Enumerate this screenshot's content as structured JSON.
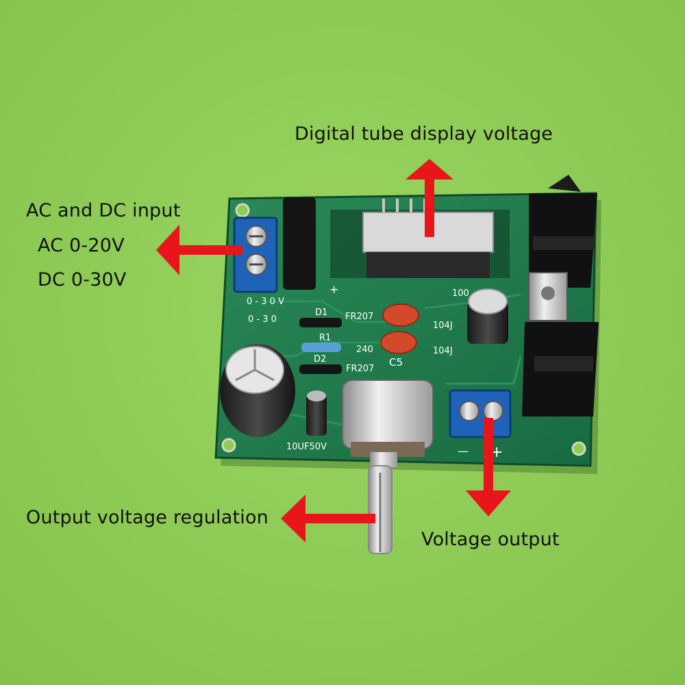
{
  "image": {
    "background_color": "#8fcc56",
    "board_color": "#1f7a4d",
    "arrow_color": "#e8151a"
  },
  "annotations": {
    "display": "Digital tube display voltage",
    "input_title": "AC and DC input",
    "input_ac": "AC 0-20V",
    "input_dc": "DC 0-30V",
    "regulation": "Output voltage regulation",
    "output": "Voltage output"
  },
  "board": {
    "silk_d1": "D1",
    "silk_d2": "D2",
    "silk_r1": "R1",
    "silk_fr207": "FR207",
    "silk_fr207b": "FR207",
    "silk_240": "240",
    "silk_c5": "C5",
    "silk_104j_a": "104J",
    "silk_104j_b": "104J",
    "silk_100": "100",
    "silk_10uf": "10UF50V",
    "silk_0_30v": "0 - 3 0 V",
    "silk_0_30v_b": "0 - 3 0",
    "silk_plus_display": "+",
    "silk_minus": "—",
    "silk_plus": "+"
  }
}
